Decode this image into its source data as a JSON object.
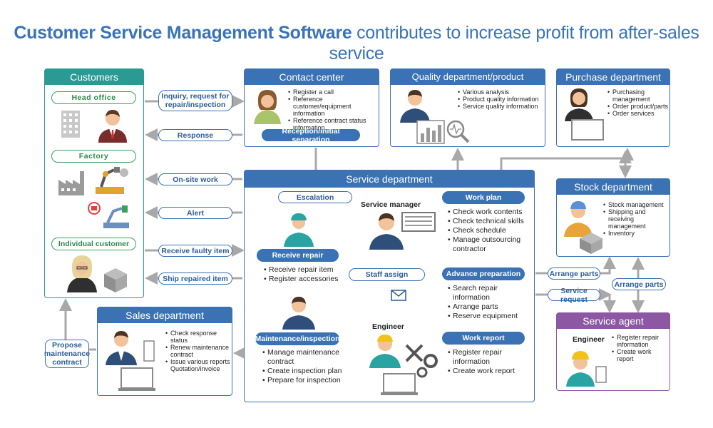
{
  "title": {
    "bold": "Customer Service Management Software",
    "rest": " contributes to increase profit from after-sales service"
  },
  "customers": {
    "header": "Customers",
    "head_office": "Head office",
    "factory": "Factory",
    "individual": "Individual customer"
  },
  "contact": {
    "header": "Contact center",
    "items": [
      "Register a call",
      "Reference customer/equipment information",
      "Reference contract status information"
    ],
    "badge": "Reception/initial separation"
  },
  "quality": {
    "header": "Quality department/product development",
    "items": [
      "Various analysis",
      "Product quality information",
      "Service quality information"
    ]
  },
  "purchase": {
    "header": "Purchase department",
    "items": [
      "Purchasing management",
      "Order product/parts",
      "Order services"
    ]
  },
  "stock": {
    "header": "Stock department",
    "items": [
      "Stock management",
      "Shipping and receiving management",
      "Inventory"
    ]
  },
  "agent": {
    "header": "Service agent",
    "engineer": "Engineer",
    "items": [
      "Register repair information",
      "Create work report"
    ]
  },
  "sales": {
    "header": "Sales department",
    "items": [
      "Check response status",
      "Renew maintenance contract",
      "Issue various reports Quotation/invoice"
    ]
  },
  "service": {
    "header": "Service department",
    "escalation": "Escalation",
    "manager": "Service manager",
    "staff_assign": "Staff assign",
    "engineer": "Engineer",
    "receive_repair": {
      "label": "Receive repair",
      "items": [
        "Receive repair item",
        "Register accessories"
      ]
    },
    "maintenance": {
      "label": "Maintenance/inspection",
      "items": [
        "Manage maintenance contract",
        "Create inspection plan",
        "Prepare for inspection"
      ]
    },
    "work_plan": {
      "label": "Work plan",
      "items": [
        "Check work contents",
        "Check technical skills",
        "Check schedule",
        "Manage outsourcing contractor"
      ]
    },
    "advance": {
      "label": "Advance preparation",
      "items": [
        "Search repair information",
        "Arrange parts",
        "Reserve equipment"
      ]
    },
    "work_report": {
      "label": "Work report",
      "items": [
        "Register repair information",
        "Create work report"
      ]
    }
  },
  "flows": {
    "inquiry": "Inquiry, request for repair/inspection",
    "response": "Response",
    "onsite": "On-site work",
    "alert": "Alert",
    "receive_faulty": "Receive faulty item",
    "ship_repaired": "Ship repaired item",
    "propose": "Propose maintenance contract",
    "arrange_parts_1": "Arrange parts",
    "service_request": "Service request",
    "arrange_parts_2": "Arrange parts"
  },
  "colors": {
    "blue": "#3a72b3",
    "teal": "#2a9a93",
    "purple": "#8c58a3",
    "arrow": "#a8a8a8",
    "title": "#3a74b6"
  }
}
